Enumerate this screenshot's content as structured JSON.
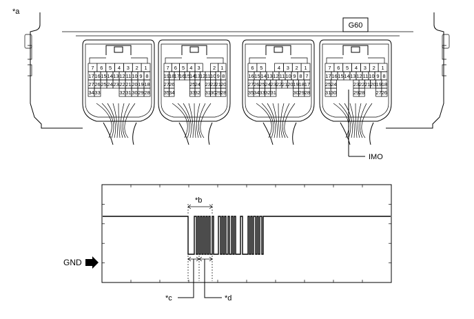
{
  "labels": {
    "figure_tag": "*a",
    "connector_name": "G60",
    "terminal_label": "IMO",
    "ground_label": "GND",
    "callout_b": "*b",
    "callout_c": "*c",
    "callout_d": "*d"
  },
  "connectors": [
    {
      "name": "connector-1",
      "rows": [
        [
          "7",
          "6",
          "5",
          "4",
          "3",
          "2",
          "1"
        ],
        [
          "17",
          "16",
          "15",
          "14",
          "13",
          "12",
          "11",
          "10",
          "9",
          "8"
        ],
        [
          "27",
          "26",
          "25",
          "24",
          "23",
          "22",
          "21",
          "20",
          "19",
          "18"
        ],
        [
          "34",
          "33",
          "",
          "",
          "",
          "32",
          "31",
          "30",
          "29",
          "28"
        ]
      ]
    },
    {
      "name": "connector-2",
      "rows": [
        [
          "7",
          "6",
          "5",
          "4",
          "3",
          "",
          "2",
          "1"
        ],
        [
          "19",
          "18",
          "17",
          "16",
          "15",
          "14",
          "13",
          "12",
          "11",
          "10",
          "9",
          "8"
        ],
        [
          "27",
          "26",
          "",
          "",
          "",
          "25",
          "24",
          "",
          "23",
          "22",
          "21",
          "20"
        ],
        [
          "35",
          "34",
          "",
          "",
          "",
          "33",
          "32",
          "",
          "31",
          "30",
          "29",
          "28"
        ]
      ]
    },
    {
      "name": "connector-3",
      "rows": [
        [
          "6",
          "5",
          "",
          "4",
          "3",
          "2",
          "1"
        ],
        [
          "16",
          "15",
          "14",
          "13",
          "12",
          "11",
          "10",
          "9",
          "8",
          "7"
        ],
        [
          "27",
          "26",
          "25",
          "24",
          "23",
          "22",
          "21",
          "20",
          "19",
          "18",
          "17"
        ],
        [
          "35",
          "34",
          "33",
          "32",
          "31",
          "",
          "",
          "",
          "30",
          "29",
          "28"
        ]
      ]
    },
    {
      "name": "connector-4",
      "rows": [
        [
          "7",
          "6",
          "5",
          "4",
          "3",
          "2",
          "1"
        ],
        [
          "17",
          "16",
          "15",
          "14",
          "13",
          "12",
          "11",
          "10",
          "9",
          "8"
        ],
        [
          "25",
          "24",
          "",
          "",
          "",
          "23",
          "22",
          "21",
          "20",
          "19",
          "18"
        ],
        [
          "31",
          "30",
          "",
          "",
          "",
          "29",
          "28",
          "",
          "",
          "27",
          "26"
        ]
      ]
    }
  ],
  "waveform": {
    "grid": "on",
    "pulse_groups": 3
  }
}
